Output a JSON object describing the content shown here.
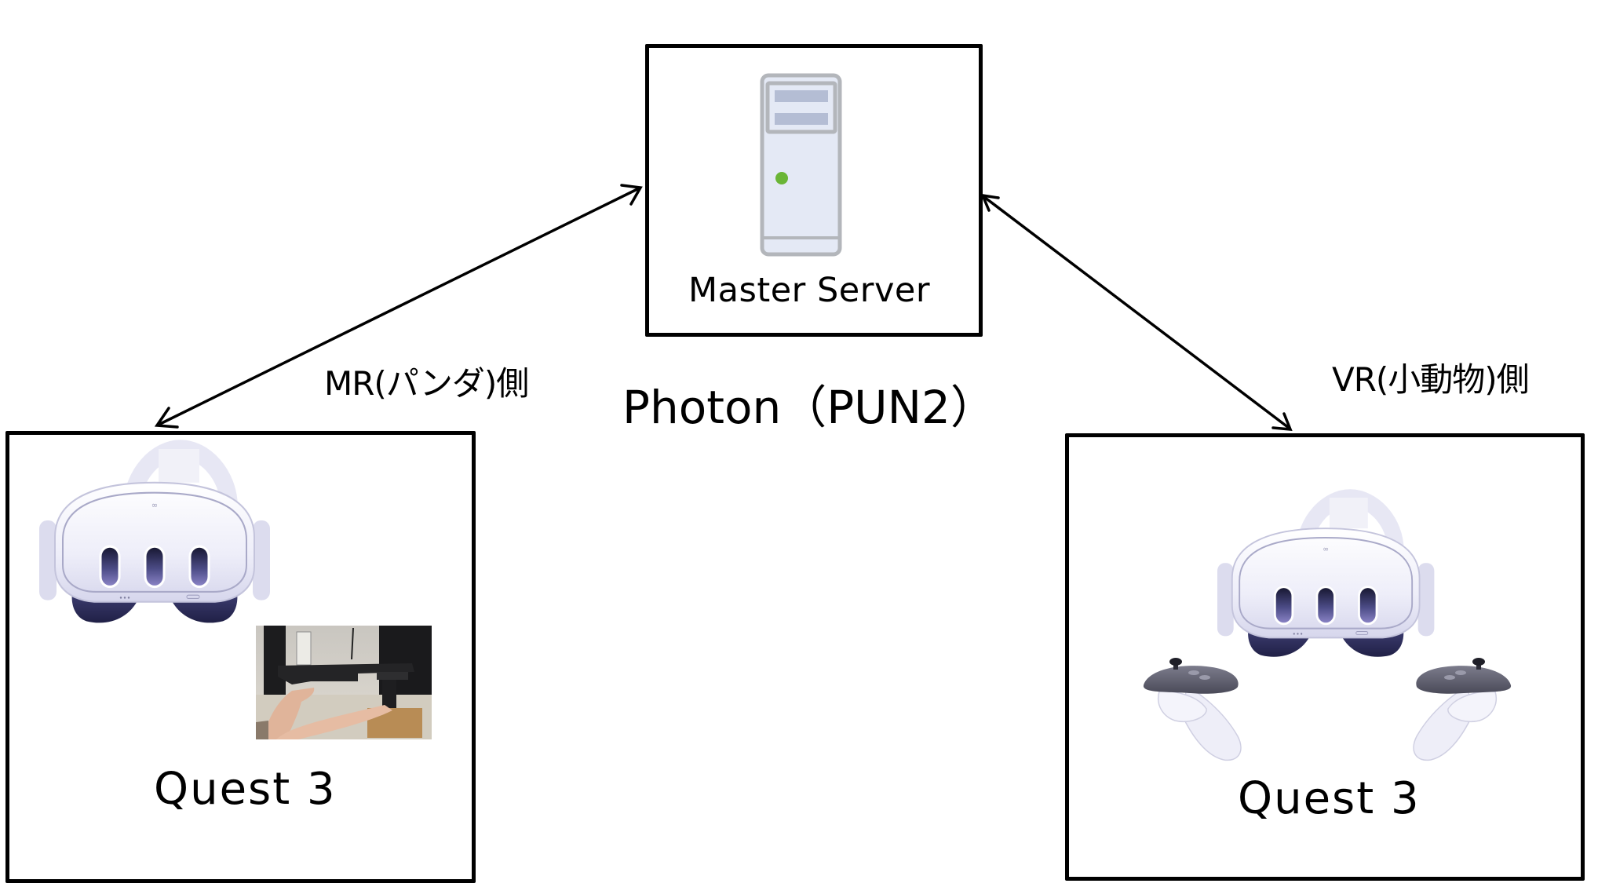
{
  "diagram": {
    "type": "network-architecture",
    "network_label": "Photon（PUN2）",
    "server": {
      "label": "Master Server",
      "icon": "server-tower-icon",
      "led_color": "#6ab536",
      "body_color": "#e4e9f5",
      "outline_color": "#b3b6bb",
      "slot_color": "#b4bdd4"
    },
    "clients": [
      {
        "side_label": "MR(パンダ)側",
        "device_label": "Quest 3",
        "device_icon": "vr-headset-icon",
        "extra_image": "person-holding-gun-controller-photo"
      },
      {
        "side_label": "VR(小動物)側",
        "device_label": "Quest 3",
        "device_icon": "vr-headset-icon",
        "extra_image": "touch-controllers-icon"
      }
    ],
    "connections": [
      {
        "from": "Master Server",
        "to": "MR(パンダ)側",
        "direction": "bidirectional"
      },
      {
        "from": "Master Server",
        "to": "VR(小動物)側",
        "direction": "bidirectional"
      }
    ],
    "colors": {
      "line": "#000000",
      "headset_shell": "#eeeef8",
      "headset_pad": "#2c2c5a",
      "sensor": "#4a4a80"
    }
  }
}
